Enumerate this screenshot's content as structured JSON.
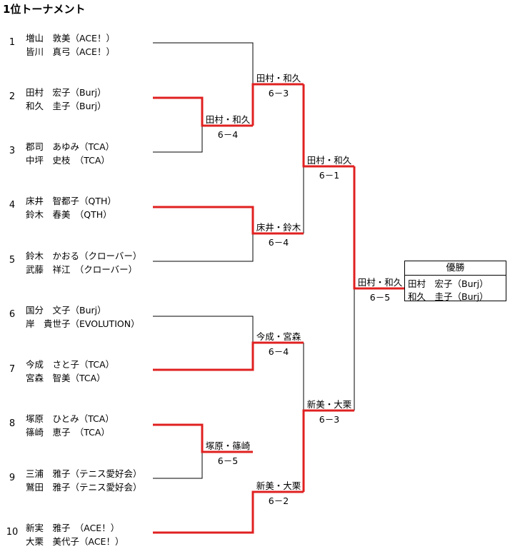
{
  "title": "1位トーナメント",
  "entries": [
    {
      "seed": "1",
      "p1": "増山　敦美（ACE！）",
      "p2": "皆川　真弓（ACE！）"
    },
    {
      "seed": "2",
      "p1": "田村　宏子（Burj）",
      "p2": "和久　圭子（Burj）"
    },
    {
      "seed": "3",
      "p1": "郡司　あゆみ（TCA）",
      "p2": "中坪　史枝　（TCA）"
    },
    {
      "seed": "4",
      "p1": "床井　智都子（QTH）",
      "p2": "鈴木　春美　（QTH）"
    },
    {
      "seed": "5",
      "p1": "鈴木　かおる（クローバー）",
      "p2": "武藤　祥江　（クローバー）"
    },
    {
      "seed": "6",
      "p1": "国分　文子（Burj）",
      "p2": "岸　貴世子（EVOLUTION）"
    },
    {
      "seed": "7",
      "p1": "今成　さと子（TCA）",
      "p2": "宮森　智美（TCA）"
    },
    {
      "seed": "8",
      "p1": "塚原　ひとみ（TCA）",
      "p2": "篠崎　恵子　（TCA）"
    },
    {
      "seed": "9",
      "p1": "三浦　雅子（テニス愛好会）",
      "p2": "鷲田　雅子（テニス愛好会）"
    },
    {
      "seed": "10",
      "p1": "新実　雅子　（ACE！）",
      "p2": "大栗　美代子（ACE！）"
    }
  ],
  "matches": [
    {
      "id": "m23",
      "winner": "田村・和久",
      "score": "6－4"
    },
    {
      "id": "m89",
      "winner": "塚原・篠崎",
      "score": "6－5"
    },
    {
      "id": "r2a",
      "winner": "田村・和久",
      "score": "6－3"
    },
    {
      "id": "r2b",
      "winner": "床井・鈴木",
      "score": "6－4"
    },
    {
      "id": "r2c",
      "winner": "今成・宮森",
      "score": "6－4"
    },
    {
      "id": "r2d",
      "winner": "新美・大栗",
      "score": "6－2"
    },
    {
      "id": "sf1",
      "winner": "田村・和久",
      "score": "6－1"
    },
    {
      "id": "sf2",
      "winner": "新美・大栗",
      "score": "6－3"
    },
    {
      "id": "final",
      "winner": "田村・和久",
      "score": "6－5"
    }
  ],
  "champion": {
    "header": "優勝",
    "p1": "田村　宏子（Burj）",
    "p2": "和久　圭子（Burj）"
  },
  "colors": {
    "win_line": "#e02020",
    "line": "#000000"
  }
}
